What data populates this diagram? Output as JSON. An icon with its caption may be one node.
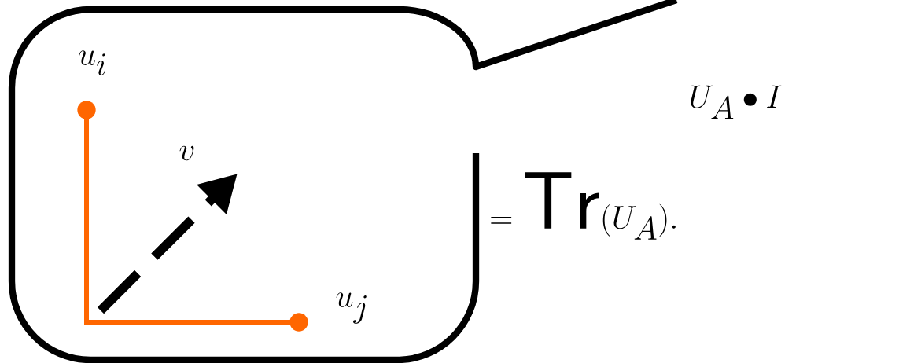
{
  "diagram": {
    "labels": [
      "u_i",
      "v",
      "u_j",
      "U_A \\bullet I",
      "= \\mathsf{Tr}(U_A)."
    ]
  }
}
